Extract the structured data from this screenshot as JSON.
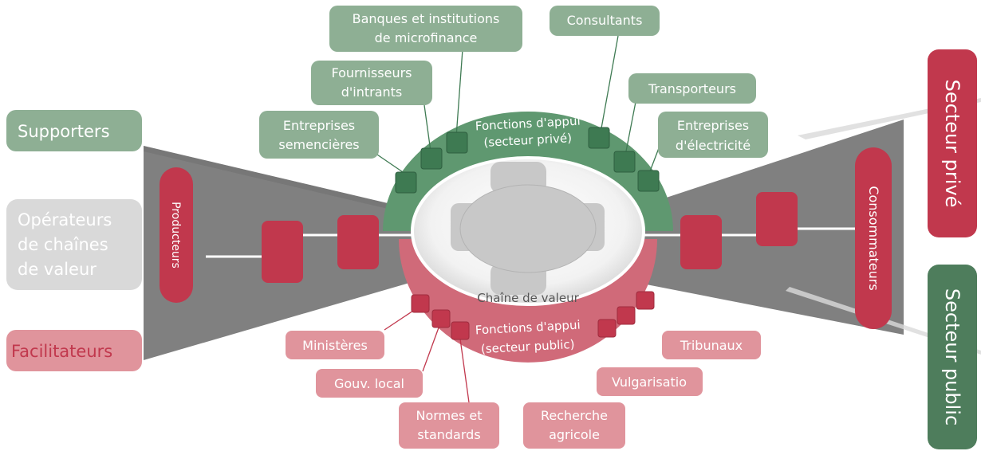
{
  "colors": {
    "supporter_green": "#8eaf94",
    "support_ring_green": "#5f9870",
    "support_box_green": "#3e7a52",
    "operator_grey": "#d9d9d9",
    "facilitator_pink": "#e0949c",
    "public_ring_pink": "#d06a79",
    "crimson": "#c1384d",
    "funnel_grey": "#808080",
    "dark_green_block": "#4e7d5c"
  },
  "left_labels": {
    "supporters": "Supporters",
    "operators": [
      "Opérateurs",
      "de chaînes",
      "de valeur"
    ],
    "facilitators": "Facilitateurs"
  },
  "right_labels": {
    "private_sector": "Secteur privé",
    "public_sector": "Secteur public"
  },
  "chain": {
    "producers": "Producteurs",
    "consumers": "Consommateurs",
    "center": "Chaîne de valeur"
  },
  "support_private": {
    "title": [
      "Fonctions d'appui",
      "(secteur privé)"
    ],
    "actors": {
      "seeds": [
        "Entreprises",
        "semencières"
      ],
      "inputs": [
        "Fournisseurs",
        "d'intrants"
      ],
      "banks": [
        "Banques et institutions",
        "de microfinance"
      ],
      "consultants": [
        "Consultants"
      ],
      "transport": [
        "Transporteurs"
      ],
      "electricity": [
        "Entreprises",
        "d'électricité"
      ]
    }
  },
  "support_public": {
    "title": [
      "Fonctions d'appui",
      "(secteur public)"
    ],
    "actors": {
      "ministries": [
        "Ministères"
      ],
      "local_gov": [
        "Gouv. local"
      ],
      "standards": [
        "Normes et",
        "standards"
      ],
      "research": [
        "Recherche",
        "agricole"
      ],
      "extension": [
        "Vulgarisatio"
      ],
      "courts": [
        "Tribunaux"
      ]
    }
  }
}
